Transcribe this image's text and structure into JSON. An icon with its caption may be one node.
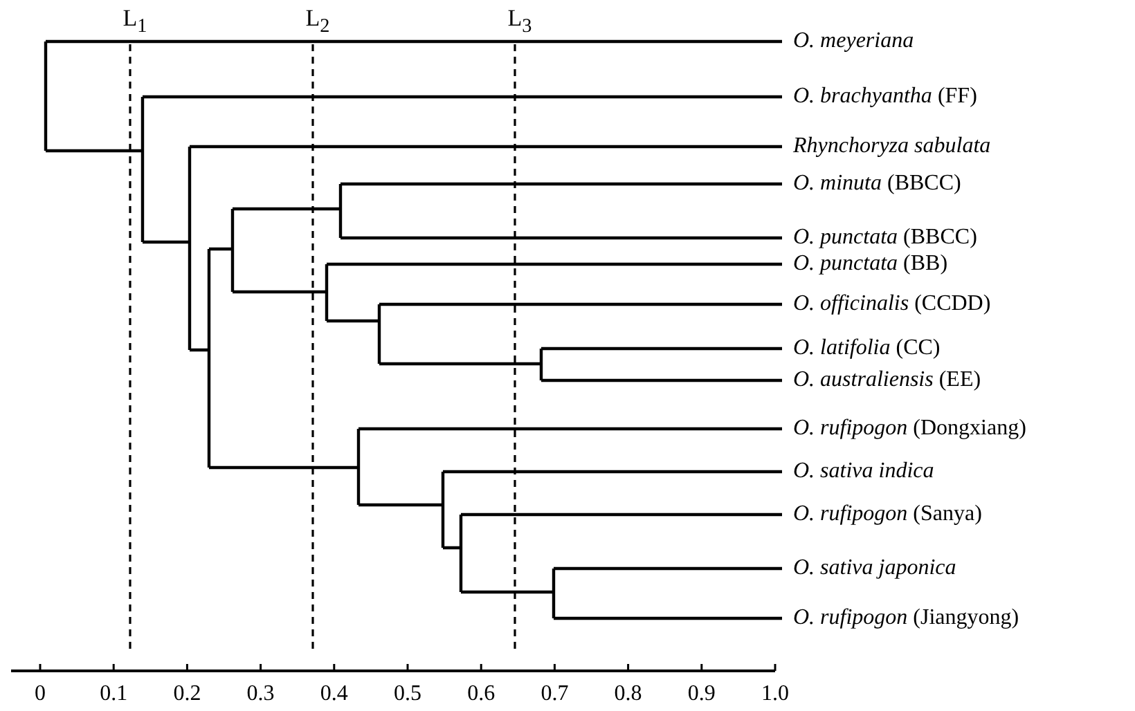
{
  "diagram": {
    "labels": [
      "L$_{1}$",
      "L$_{2}$",
      "L$_{3}$",
      "O. meyeriana",
      "*O. brachyantha* (FF)",
      "Rhynchoryza sabulata",
      "*O. minuta* (BBCC)",
      "*O. punctata* (BBCC)",
      "*O. punctata* (BB)",
      "*O. officinalis* (CCDD)",
      "*O. latifolia* (CC)",
      "*O. australiensis* (EE)",
      "*O. rufipogon* (Dongxiang)",
      "O. sativa indica",
      "*O. rufipogon* (Sanya)",
      "O. sativa japonica",
      "*O. rufipogon* (Jiangyong)",
      "0",
      "0.1",
      "0.2",
      "0.3",
      "0.4",
      "0.5",
      "0.6",
      "0.7",
      "0.8",
      "0.9",
      "1.0"
    ]
  }
}
